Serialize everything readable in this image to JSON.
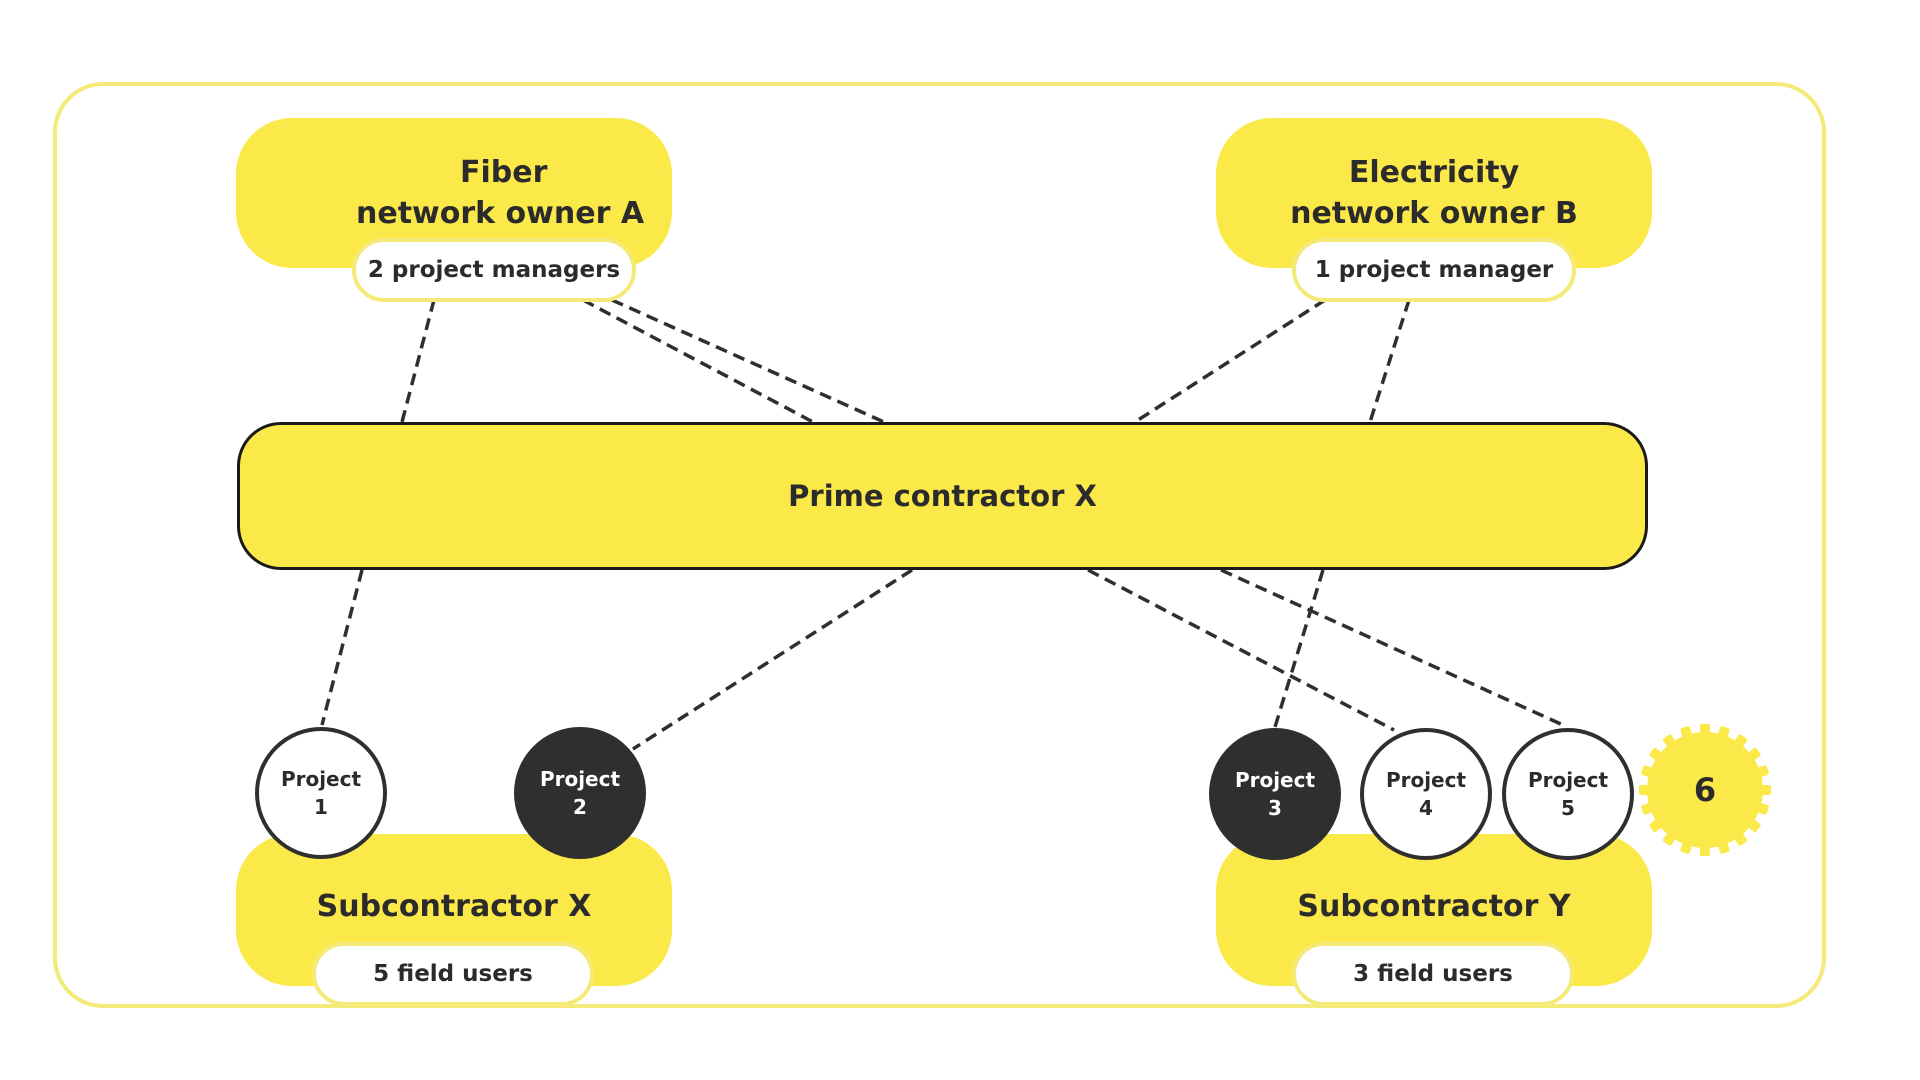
{
  "owners": {
    "fiber": {
      "title_line1": "Fiber",
      "title_line2": "network owner A",
      "managers": "2 project managers"
    },
    "electricity": {
      "title_line1": "Electricity",
      "title_line2": "network owner B",
      "managers": "1 project manager"
    }
  },
  "prime": {
    "label": "Prime contractor X"
  },
  "subcontractors": {
    "x": {
      "title": "Subcontractor X",
      "users": "5 field users"
    },
    "y": {
      "title": "Subcontractor Y",
      "users": "3 field users"
    }
  },
  "projects": [
    {
      "word": "Project",
      "number": "1",
      "style": "light"
    },
    {
      "word": "Project",
      "number": "2",
      "style": "dark"
    },
    {
      "word": "Project",
      "number": "3",
      "style": "dark"
    },
    {
      "word": "Project",
      "number": "4",
      "style": "light"
    },
    {
      "word": "Project",
      "number": "5",
      "style": "light"
    }
  ],
  "badge": {
    "value": "6",
    "icon": "gear-icon"
  },
  "colors": {
    "accent_yellow": "#fbe94a",
    "frame_yellow": "#f4ea7a",
    "dark": "#2f2f2f",
    "text": "#2b2b2b"
  }
}
